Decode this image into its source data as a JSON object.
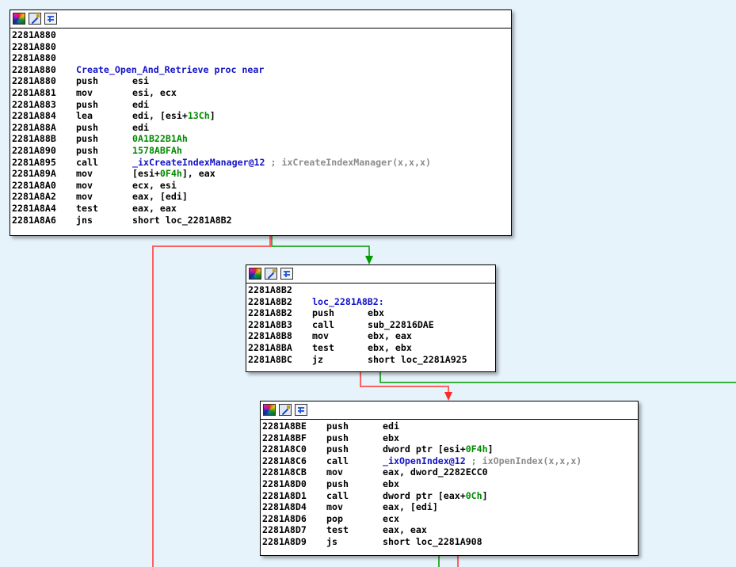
{
  "colors": {
    "background": "#e6f3fb",
    "edge_true": "#009900",
    "edge_false": "#ff6060",
    "label": "#1313c8",
    "number": "#008a00",
    "comment": "#8c8c8c"
  },
  "toolbar_icons": [
    "node-color-icon",
    "rename-node-icon",
    "group-nodes-icon"
  ],
  "nodes": [
    {
      "id": "n1",
      "lines": [
        {
          "addr": "2281A880"
        },
        {
          "addr": "2281A880"
        },
        {
          "addr": "2281A880"
        },
        {
          "addr": "2281A880",
          "label": "Create_Open_And_Retrieve proc near"
        },
        {
          "addr": "2281A880",
          "mn": "push",
          "ops": "esi"
        },
        {
          "addr": "2281A881",
          "mn": "mov",
          "ops": "esi, ecx"
        },
        {
          "addr": "2281A883",
          "mn": "push",
          "ops": "edi"
        },
        {
          "addr": "2281A884",
          "mn": "lea",
          "ops": "edi, [esi+",
          "num": "13Ch",
          "post": "]"
        },
        {
          "addr": "2281A88A",
          "mn": "push",
          "ops": "edi"
        },
        {
          "addr": "2281A88B",
          "mn": "push",
          "num": "0A1B22B1Ah"
        },
        {
          "addr": "2281A890",
          "mn": "push",
          "num": "1578ABFAh"
        },
        {
          "addr": "2281A895",
          "mn": "call",
          "lbl": "_ixCreateIndexManager@12",
          "cmt": " ; ixCreateIndexManager(x,x,x)"
        },
        {
          "addr": "2281A89A",
          "mn": "mov",
          "ops": "[esi+",
          "num": "0F4h",
          "post": "], eax"
        },
        {
          "addr": "2281A8A0",
          "mn": "mov",
          "ops": "ecx, esi"
        },
        {
          "addr": "2281A8A2",
          "mn": "mov",
          "ops": "eax, [edi]"
        },
        {
          "addr": "2281A8A4",
          "mn": "test",
          "ops": "eax, eax"
        },
        {
          "addr": "2281A8A6",
          "mn": "jns",
          "ops": "short loc_2281A8B2"
        }
      ]
    },
    {
      "id": "n2",
      "lines": [
        {
          "addr": "2281A8B2"
        },
        {
          "addr": "2281A8B2",
          "label": "loc_2281A8B2:"
        },
        {
          "addr": "2281A8B2",
          "mn": "push",
          "ops": "ebx"
        },
        {
          "addr": "2281A8B3",
          "mn": "call",
          "ops": "sub_22816DAE"
        },
        {
          "addr": "2281A8B8",
          "mn": "mov",
          "ops": "ebx, eax"
        },
        {
          "addr": "2281A8BA",
          "mn": "test",
          "ops": "ebx, ebx"
        },
        {
          "addr": "2281A8BC",
          "mn": "jz",
          "ops": "short loc_2281A925"
        }
      ]
    },
    {
      "id": "n3",
      "lines": [
        {
          "addr": "2281A8BE",
          "mn": "push",
          "ops": "edi"
        },
        {
          "addr": "2281A8BF",
          "mn": "push",
          "ops": "ebx"
        },
        {
          "addr": "2281A8C0",
          "mn": "push",
          "ops": "dword ptr [esi+",
          "num": "0F4h",
          "post": "]"
        },
        {
          "addr": "2281A8C6",
          "mn": "call",
          "lbl": "_ixOpenIndex@12",
          "cmt": " ; ixOpenIndex(x,x,x)"
        },
        {
          "addr": "2281A8CB",
          "mn": "mov",
          "ops": "eax, dword_2282ECC0"
        },
        {
          "addr": "2281A8D0",
          "mn": "push",
          "ops": "ebx"
        },
        {
          "addr": "2281A8D1",
          "mn": "call",
          "ops": "dword ptr [eax+",
          "num": "0Ch",
          "post": "]"
        },
        {
          "addr": "2281A8D4",
          "mn": "mov",
          "ops": "eax, [edi]"
        },
        {
          "addr": "2281A8D6",
          "mn": "pop",
          "ops": "ecx"
        },
        {
          "addr": "2281A8D7",
          "mn": "test",
          "ops": "eax, eax"
        },
        {
          "addr": "2281A8D9",
          "mn": "js",
          "ops": "short loc_2281A908"
        }
      ]
    }
  ]
}
